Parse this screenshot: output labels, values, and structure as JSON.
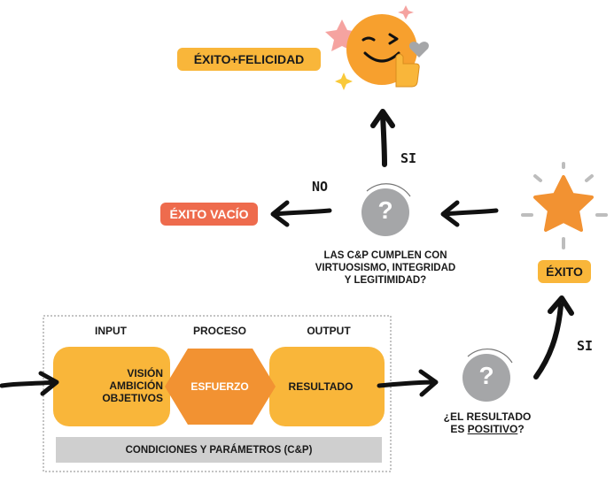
{
  "top": {
    "exito_felicidad": "ÉXITO+FELICIDAD",
    "si_upper": "SI"
  },
  "middle": {
    "exito_vacio": "ÉXITO VACÍO",
    "no": "NO",
    "question_mark": "?",
    "question_lines": [
      "LAS C&P CUMPLEN CON",
      "VIRTUOSISMO, INTEGRIDAD",
      "Y LEGITIMIDAD?"
    ]
  },
  "right": {
    "exito": "ÉXITO",
    "si_lower": "SI"
  },
  "process": {
    "col_input": "INPUT",
    "col_proceso": "PROCESO",
    "col_output": "OUTPUT",
    "input_lines": [
      "VISIÓN",
      "AMBICIÓN",
      "OBJETIVOS"
    ],
    "proceso_label": "ESFUERZO",
    "output_label": "RESULTADO",
    "conditions": "CONDICIONES Y PARÁMETROS (C&P)"
  },
  "bottom_question": {
    "question_mark": "?",
    "line1": "¿EL RESULTADO",
    "line2_prefix": "ES ",
    "line2_underlined": "POSITIVO",
    "line2_suffix": "?"
  },
  "colors": {
    "orange_box": "#F9B63A",
    "orange_hex": "#F29232",
    "label_yellow": "#F9B63A",
    "vacio_red": "#EE6B4D",
    "gray_circle": "#A5A6A8",
    "conditions_bar": "#CFCFCF",
    "emoji_face": "#F7A02E"
  }
}
